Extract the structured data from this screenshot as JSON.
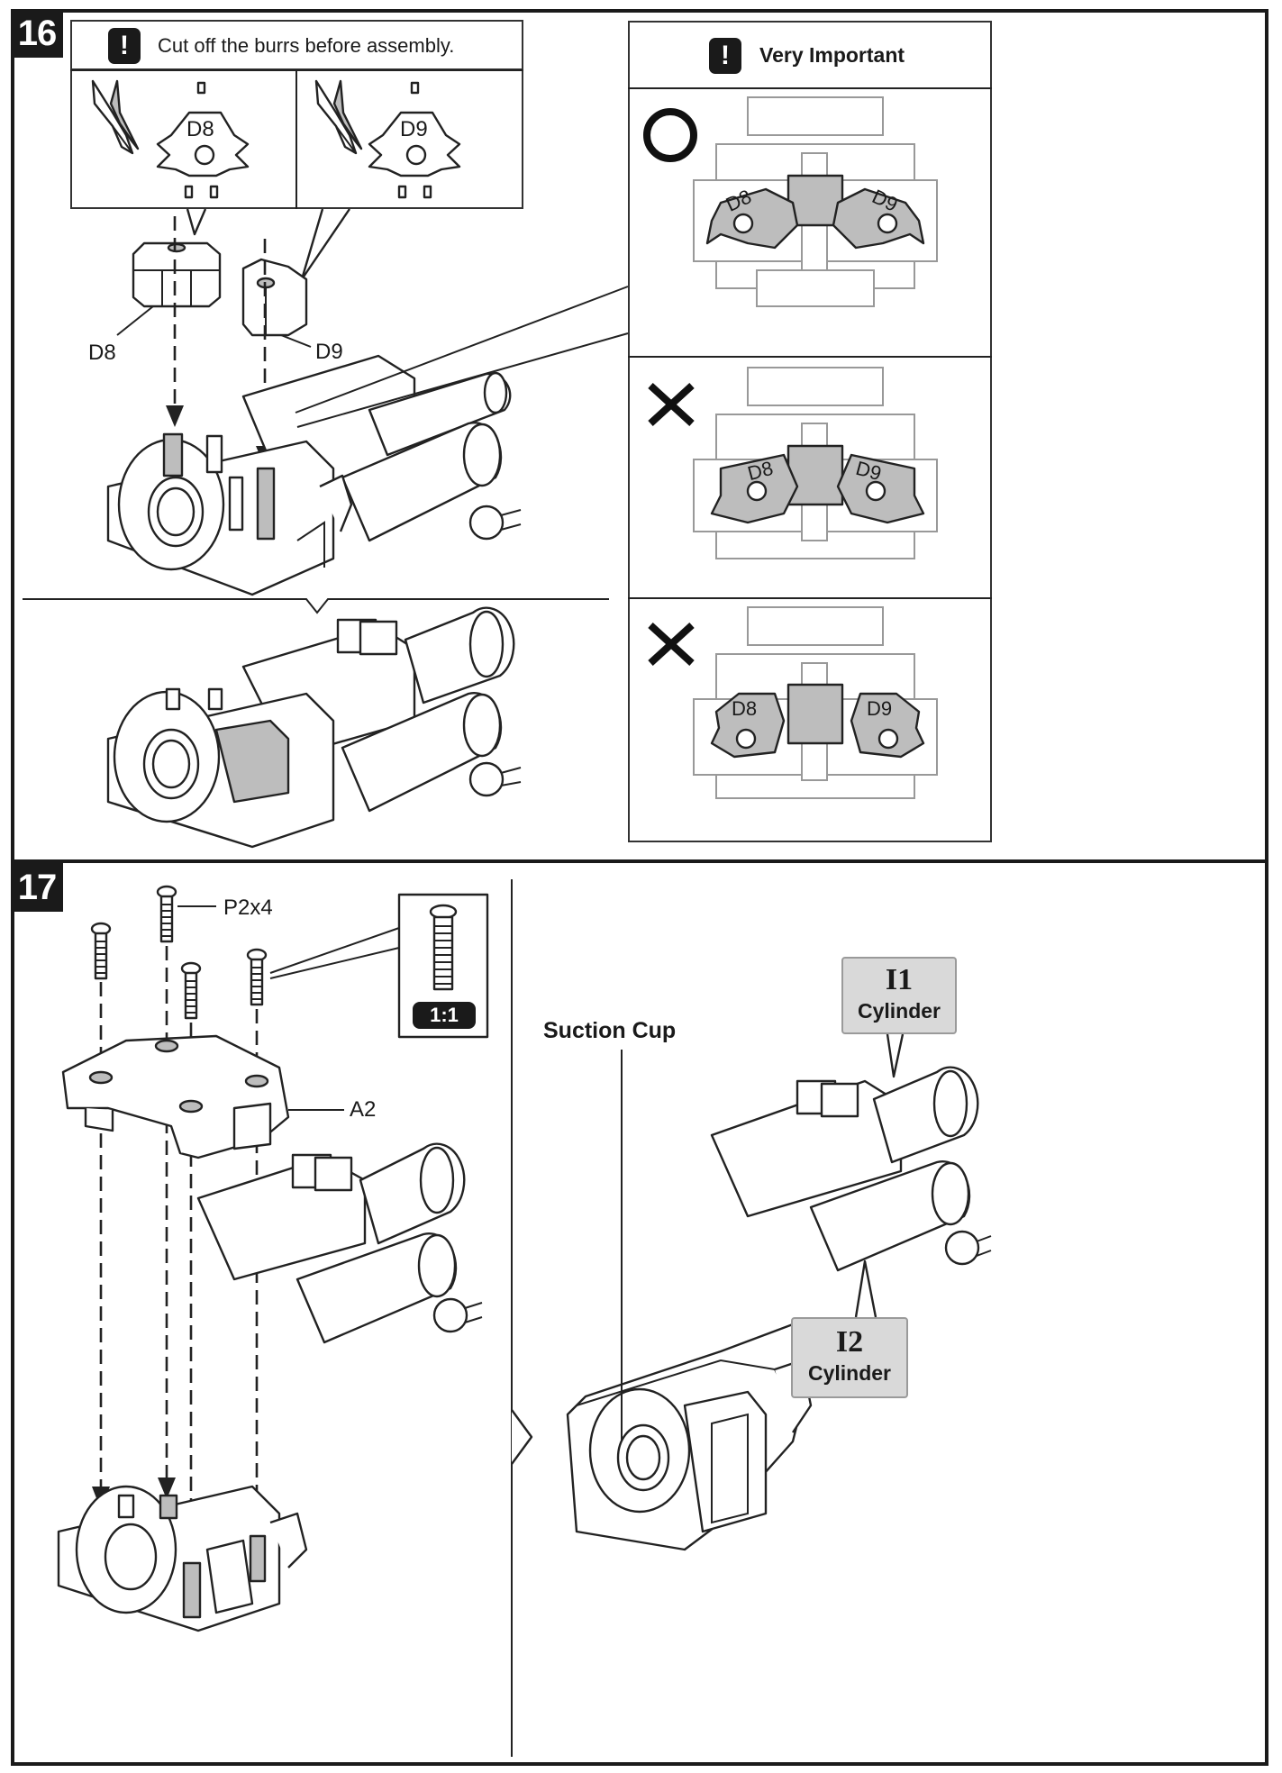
{
  "step16": {
    "number": "16",
    "caution_text": "Cut off the burrs before assembly.",
    "part_d8": "D8",
    "part_d9": "D9",
    "burr_d8_label": "D8",
    "burr_d9_label": "D9",
    "important_title": "Very Important",
    "correct_d8": "D8",
    "correct_d9": "D9",
    "wrong1_d8": "D8",
    "wrong1_d9": "D9",
    "wrong2_d8": "D8",
    "wrong2_d9": "D9"
  },
  "step17": {
    "number": "17",
    "screw_label": "P2x4",
    "scale_label": "1:1",
    "part_a2": "A2",
    "suction_cup": "Suction Cup",
    "i1_code": "I1",
    "i1_name": "Cylinder",
    "i2_code": "I2",
    "i2_name": "Cylinder"
  },
  "icons": {
    "caution": "exclamation-icon",
    "correct": "circle-correct-icon",
    "wrong": "cross-wrong-icon"
  },
  "colors": {
    "ink": "#1a1a1a",
    "part_gray": "#bdbdbd",
    "label_gray": "#d9d9d9"
  }
}
